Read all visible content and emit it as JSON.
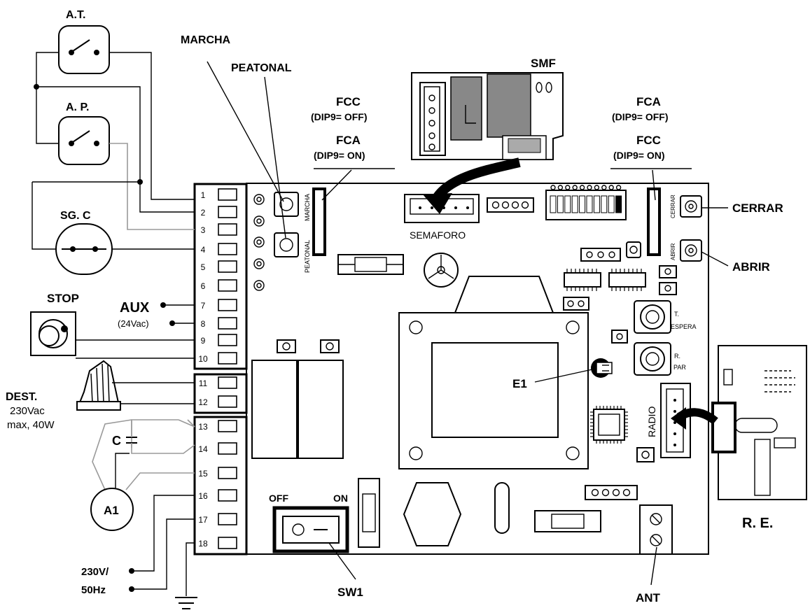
{
  "labels": {
    "at": "A.T.",
    "ap": "A. P.",
    "sgc": "SG. C",
    "stop": "STOP",
    "aux": "AUX",
    "aux_v": "(24Vac)",
    "dest": "DEST.",
    "dest_v": "230Vac",
    "dest_w": "max, 40W",
    "c": "C",
    "a1": "A1",
    "power1": "230V/",
    "power2": "50Hz",
    "marcha": "MARCHA",
    "peatonal": "PEATONAL",
    "fcc_top": "FCC",
    "dip_off_l": "(DIP9= OFF)",
    "fca_mid": "FCA",
    "dip_on_l": "(DIP9= ON)",
    "smf": "SMF",
    "semaforo": "SEMAFORO",
    "fca_top": "FCA",
    "dip_off_r": "(DIP9= OFF)",
    "fcc_mid": "FCC",
    "dip_on_r": "(DIP9= ON)",
    "cerrar": "CERRAR",
    "abrir": "ABRIR",
    "e1": "E1",
    "radio": "RADIO",
    "re": "R. E.",
    "sw1": "SW1",
    "off": "OFF",
    "on": "ON",
    "ant": "ANT",
    "pcb_marcha": "MARCHA",
    "pcb_peatonal": "PEATONAL",
    "pcb_cerrar": "CERRAR",
    "pcb_abrir": "ABRIR",
    "t_espera1": "T.",
    "t_espera2": "ESPERA",
    "r_par1": "R.",
    "r_par2": "PAR"
  },
  "terminals": [
    "1",
    "2",
    "3",
    "4",
    "5",
    "6",
    "7",
    "8",
    "9",
    "10",
    "11",
    "12",
    "13",
    "14",
    "15",
    "16",
    "17",
    "18"
  ]
}
